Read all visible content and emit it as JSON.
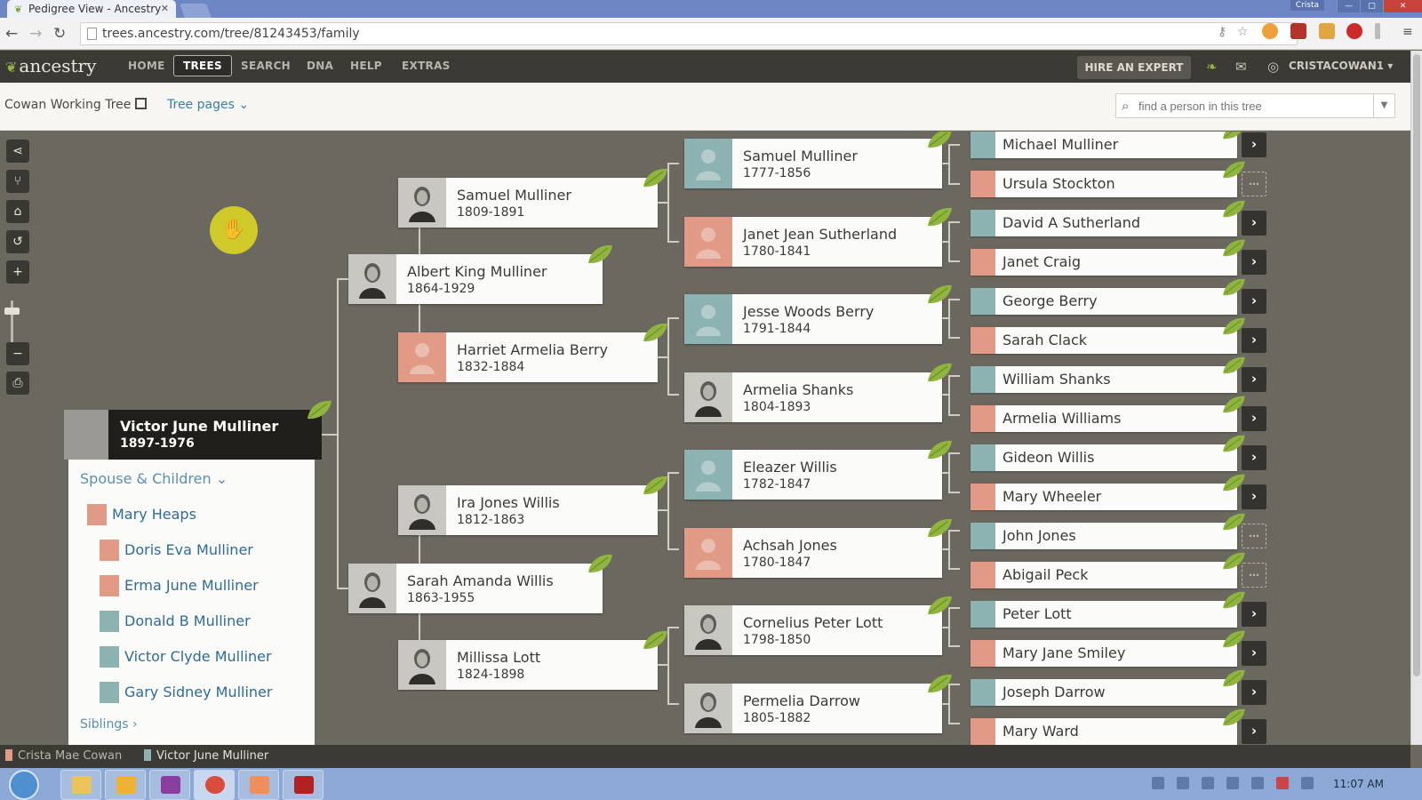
{
  "browser": {
    "tab_title": "Pedigree View - Ancestry",
    "url": "trees.ancestry.com/tree/81243453/family",
    "user_label": "Crista"
  },
  "nav": {
    "logo": "ancestry",
    "items": [
      "HOME",
      "TREES",
      "SEARCH",
      "DNA",
      "HELP",
      "EXTRAS"
    ],
    "active": "TREES",
    "hire": "HIRE AN EXPERT",
    "username": "CRISTACOWAN1"
  },
  "subbar": {
    "tree_name": "Cowan Working Tree",
    "tree_pages": "Tree pages",
    "search_placeholder": "find a person in this tree"
  },
  "root": {
    "name": "Victor June Mulliner",
    "dates": "1897-1976"
  },
  "family_panel": {
    "header": "Spouse & Children",
    "spouse": {
      "name": "Mary Heaps",
      "gender": "female"
    },
    "children": [
      {
        "name": "Doris Eva Mulliner",
        "gender": "female"
      },
      {
        "name": "Erma June Mulliner",
        "gender": "female"
      },
      {
        "name": "Donald B Mulliner",
        "gender": "male"
      },
      {
        "name": "Victor Clyde Mulliner",
        "gender": "male"
      },
      {
        "name": "Gary Sidney Mulliner",
        "gender": "male"
      }
    ],
    "siblings": "Siblings"
  },
  "generation1": [
    {
      "name": "Albert King Mulliner",
      "dates": "1864-1929",
      "photo": "bw"
    },
    {
      "name": "Sarah Amanda Willis",
      "dates": "1863-1955",
      "photo": "bw"
    }
  ],
  "generation2": [
    {
      "name": "Samuel Mulliner",
      "dates": "1809-1891",
      "photo": "bw"
    },
    {
      "name": "Harriet Armelia Berry",
      "dates": "1832-1884",
      "photo": "female"
    },
    {
      "name": "Ira Jones Willis",
      "dates": "1812-1863",
      "photo": "bw"
    },
    {
      "name": "Millissa Lott",
      "dates": "1824-1898",
      "photo": "bw"
    }
  ],
  "generation3": [
    {
      "name": "Samuel Mulliner",
      "dates": "1777-1856",
      "photo": "male"
    },
    {
      "name": "Janet Jean Sutherland",
      "dates": "1780-1841",
      "photo": "female"
    },
    {
      "name": "Jesse Woods Berry",
      "dates": "1791-1844",
      "photo": "male"
    },
    {
      "name": "Armelia Shanks",
      "dates": "1804-1893",
      "photo": "bw"
    },
    {
      "name": "Eleazer Willis",
      "dates": "1782-1847",
      "photo": "male"
    },
    {
      "name": "Achsah Jones",
      "dates": "1780-1847",
      "photo": "female"
    },
    {
      "name": "Cornelius Peter Lott",
      "dates": "1798-1850",
      "photo": "bw"
    },
    {
      "name": "Permelia Darrow",
      "dates": "1805-1882",
      "photo": "bw"
    }
  ],
  "generation4": [
    {
      "name": "Michael Mulliner",
      "gender": "male",
      "more": true
    },
    {
      "name": "Ursula Stockton",
      "gender": "female",
      "more": false
    },
    {
      "name": "David A Sutherland",
      "gender": "male",
      "more": true
    },
    {
      "name": "Janet Craig",
      "gender": "female",
      "more": true
    },
    {
      "name": "George Berry",
      "gender": "male",
      "more": true
    },
    {
      "name": "Sarah Clack",
      "gender": "female",
      "more": true
    },
    {
      "name": "William Shanks",
      "gender": "male",
      "more": true
    },
    {
      "name": "Armelia Williams",
      "gender": "female",
      "more": true
    },
    {
      "name": "Gideon Willis",
      "gender": "male",
      "more": true
    },
    {
      "name": "Mary Wheeler",
      "gender": "female",
      "more": true
    },
    {
      "name": "John Jones",
      "gender": "male",
      "more": false
    },
    {
      "name": "Abigail Peck",
      "gender": "female",
      "more": false
    },
    {
      "name": "Peter Lott",
      "gender": "male",
      "more": true
    },
    {
      "name": "Mary Jane Smiley",
      "gender": "female",
      "more": true
    },
    {
      "name": "Joseph Darrow",
      "gender": "male",
      "more": true
    },
    {
      "name": "Mary Ward",
      "gender": "female",
      "more": true
    }
  ],
  "breadcrumbs": [
    "Crista Mae Cowan",
    "Victor June Mulliner"
  ],
  "taskbar": {
    "clock": "11:07 AM"
  },
  "icons": {
    "share": "share-icon",
    "pedigree": "pedigree-view-icon",
    "home": "home-icon",
    "reset": "reset-icon",
    "zoom_in": "zoom-in-icon",
    "zoom_out": "zoom-out-icon",
    "print": "print-icon",
    "hint": "hint-leaf-icon",
    "arrow": "chevron-right-icon"
  },
  "colors": {
    "male": "#8cb3b1",
    "female": "#e09a86",
    "leaf": "#8fb53e",
    "canvas": "#6b6860",
    "nav": "#3c3a35",
    "link": "#2e6c9a"
  }
}
